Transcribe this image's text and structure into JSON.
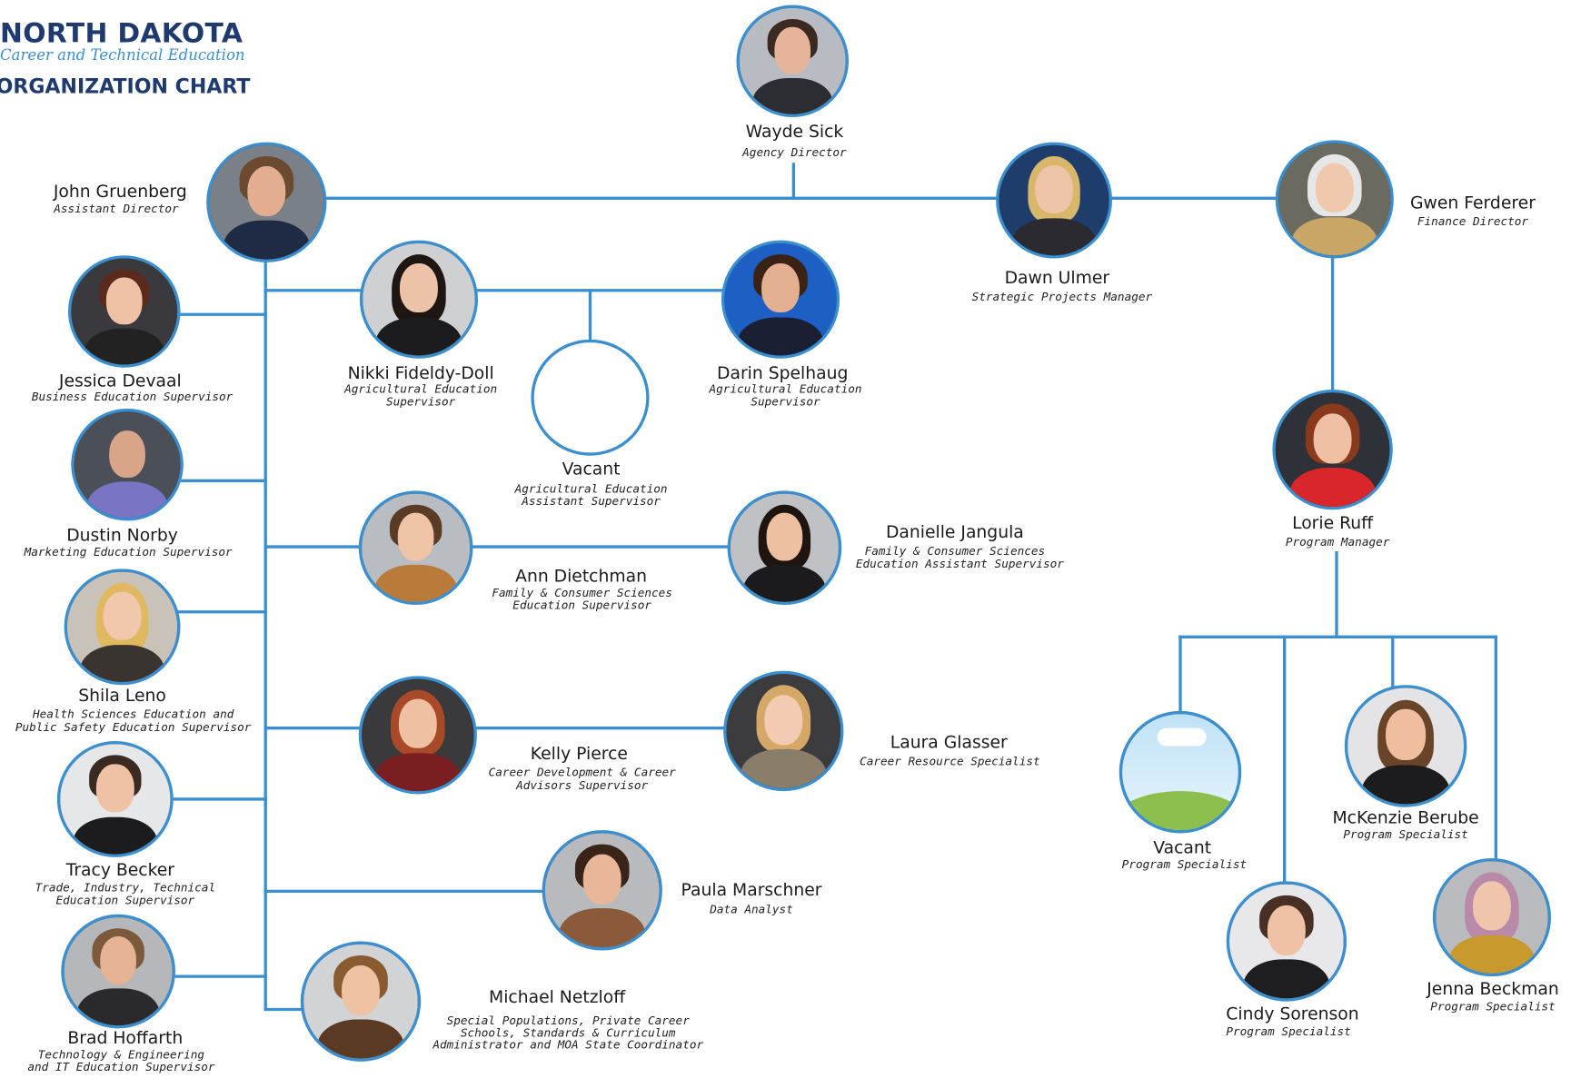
{
  "header": {
    "org_line1": "NORTH DAKOTA",
    "org_line2": "Career and Technical Education",
    "chart_title": "ORGANIZATION CHART"
  },
  "colors": {
    "connector": "#3a8fd0",
    "brand_navy": "#1e3a6e",
    "brand_blue": "#3a8fd0"
  },
  "people": {
    "wayde": {
      "name": "Wayde Sick",
      "title": [
        "Agency Director"
      ]
    },
    "john": {
      "name": "John Gruenberg",
      "title": [
        "Assistant Director"
      ]
    },
    "dawn": {
      "name": "Dawn Ulmer",
      "title": [
        "Strategic Projects Manager"
      ]
    },
    "gwen": {
      "name": "Gwen Ferderer",
      "title": [
        "Finance Director"
      ]
    },
    "jessica": {
      "name": "Jessica Devaal",
      "title": [
        "Business Education Supervisor"
      ]
    },
    "nikki": {
      "name": "Nikki Fideldy-Doll",
      "title": [
        "Agricultural Education",
        "Supervisor"
      ]
    },
    "vacant_ag": {
      "name": "Vacant",
      "title": [
        "Agricultural Education",
        "Assistant Supervisor"
      ]
    },
    "darin": {
      "name": "Darin Spelhaug",
      "title": [
        "Agricultural Education",
        "Supervisor"
      ]
    },
    "lorie": {
      "name": "Lorie Ruff",
      "title": [
        "Program Manager"
      ]
    },
    "dustin": {
      "name": "Dustin Norby",
      "title": [
        "Marketing Education Supervisor"
      ]
    },
    "ann": {
      "name": "Ann Dietchman",
      "title": [
        "Family & Consumer Sciences",
        "Education Supervisor"
      ]
    },
    "danielle": {
      "name": "Danielle Jangula",
      "title": [
        "Family & Consumer Sciences",
        "Education Assistant Supervisor"
      ]
    },
    "shila": {
      "name": "Shila Leno",
      "title": [
        "Health Sciences Education and",
        "Public Safety Education Supervisor"
      ]
    },
    "kelly": {
      "name": "Kelly Pierce",
      "title": [
        "Career Development & Career",
        "Advisors Supervisor"
      ]
    },
    "laura": {
      "name": "Laura Glasser",
      "title": [
        "Career Resource Specialist"
      ]
    },
    "tracy": {
      "name": "Tracy Becker",
      "title": [
        "Trade, Industry, Technical",
        "Education Supervisor"
      ]
    },
    "paula": {
      "name": "Paula Marschner",
      "title": [
        "Data Analyst"
      ]
    },
    "brad": {
      "name": "Brad Hoffarth",
      "title": [
        "Technology & Engineering",
        "and IT Education Supervisor"
      ]
    },
    "michael": {
      "name": "Michael Netzloff",
      "title": [
        "Special Populations, Private Career",
        "Schools, Standards & Curriculum",
        "Administrator and MOA State Coordinator"
      ]
    },
    "vacant_ps": {
      "name": "Vacant",
      "title": [
        "Program Specialist"
      ]
    },
    "mckenzie": {
      "name": "McKenzie Berube",
      "title": [
        "Program Specialist"
      ]
    },
    "cindy": {
      "name": "Cindy Sorenson",
      "title": [
        "Program Specialist"
      ]
    },
    "jenna": {
      "name": "Jenna Beckman",
      "title": [
        "Program Specialist"
      ]
    }
  }
}
